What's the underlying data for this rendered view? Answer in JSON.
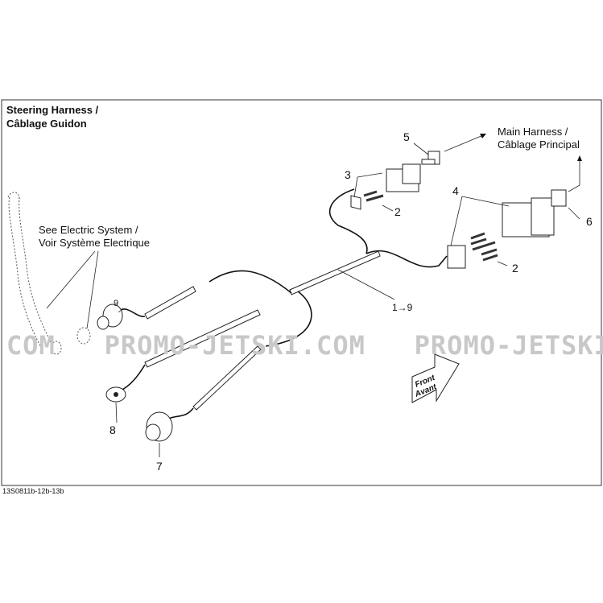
{
  "title": {
    "line1": "Steering Harness /",
    "line2": "Câblage Guidon"
  },
  "see_electric": {
    "line1": "See Electric System /",
    "line2": "Voir Système Electrique"
  },
  "main_harness": {
    "line1": "Main Harness  /",
    "line2": "Câblage Principal"
  },
  "callouts": {
    "c5": "5",
    "c3": "3",
    "c2a": "2",
    "c4": "4",
    "c6": "6",
    "c2b": "2",
    "c9": "9",
    "c1to9": "1→9",
    "c8": "8",
    "c7": "7"
  },
  "front_arrow": {
    "line1": "Front",
    "line2": "Avant"
  },
  "watermark": "COM   PROMO-JETSKI.COM   PROMO-JETSKI",
  "diagram_code": "13S0811b-12b-13b"
}
